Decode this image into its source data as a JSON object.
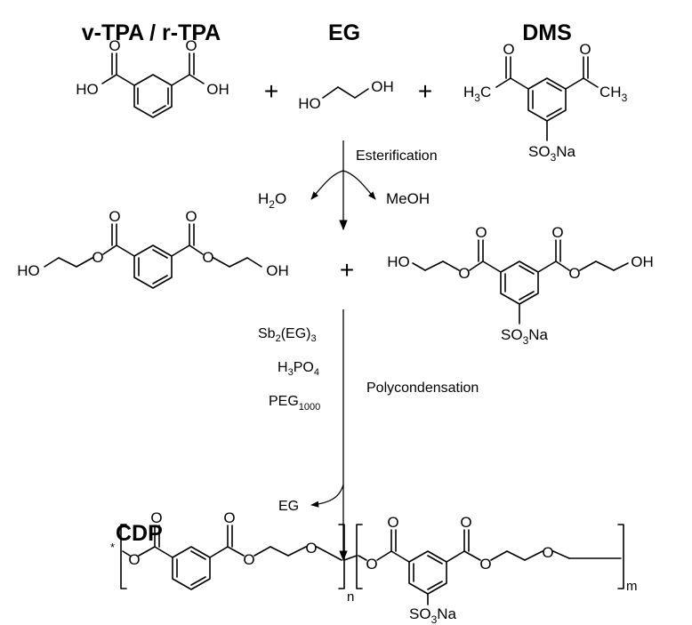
{
  "reactants": {
    "tpa_label": "v-TPA / r-TPA",
    "eg_label": "EG",
    "dms_label": "DMS",
    "plus": "+"
  },
  "step1": {
    "condition": "Esterification",
    "byproduct_left_main": "H",
    "byproduct_left_sub": "2",
    "byproduct_left_tail": "O",
    "byproduct_right": "MeOH"
  },
  "step2": {
    "catalyst1_a": "Sb",
    "catalyst1_sub": "2",
    "catalyst1_b": "(EG)",
    "catalyst1_sub2": "3",
    "catalyst2_a": "H",
    "catalyst2_sub": "3",
    "catalyst2_b": "PO",
    "catalyst2_sub2": "4",
    "catalyst3_a": "PEG",
    "catalyst3_sub": "1000",
    "condition": "Polycondensation",
    "byproduct": "EG"
  },
  "product": {
    "label": "CDP",
    "repeat_n": "n",
    "repeat_m": "m",
    "end_star": "*"
  },
  "atoms": {
    "O": "O",
    "HO": "HO",
    "OH": "OH",
    "H": "H",
    "C": "C",
    "CH": "CH",
    "three": "3",
    "SO": "SO",
    "Na": "Na"
  }
}
